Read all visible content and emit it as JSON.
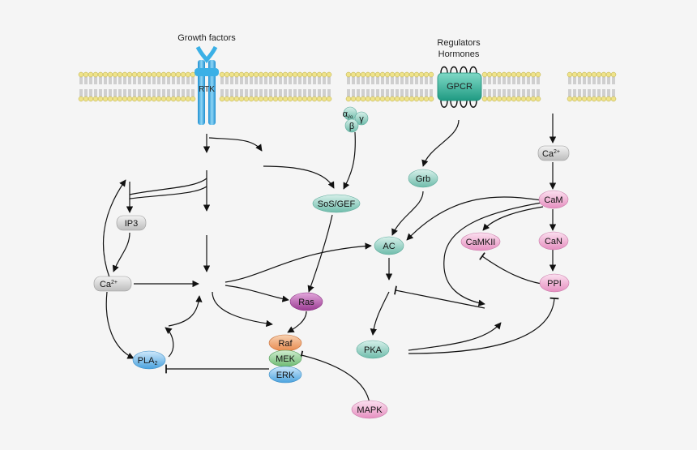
{
  "labels": {
    "growth_factors": "Growth factors",
    "regulators": "Regulators",
    "hormones": "Hormones",
    "rtk": "RTK",
    "gpcr": "GPCR"
  },
  "g_protein": {
    "alpha": "α",
    "alpha_sub": "i/o",
    "beta": "β",
    "gamma": "γ"
  },
  "nodes": {
    "ip3": "IP3",
    "ca_left": "Ca",
    "ca_left_sup": "2+",
    "pla2": "PLA",
    "pla2_sub": "2",
    "sos_gef": "SoS/GEF",
    "ras": "Ras",
    "raf": "Raf",
    "mek": "MEK",
    "erk": "ERK",
    "mapk": "MAPK",
    "grb": "Grb",
    "ac": "AC",
    "pka": "PKA",
    "ca_right": "Ca",
    "ca_right_sup": "2+",
    "cam": "CaM",
    "camkii": "CaMKII",
    "can": "CaN",
    "ppi": "PPI"
  },
  "colors": {
    "gray": "#d2d2d2",
    "teal": "#8fd0c2",
    "purple": "#b04fa8",
    "pink": "#f0a6cf",
    "orange": "#f0a06a",
    "green": "#86c98a",
    "blue": "#5aaee6",
    "membrane_head": "#efe38a",
    "receptor_blue": "#3bb0e6",
    "receptor_teal": "#3db8a0"
  }
}
